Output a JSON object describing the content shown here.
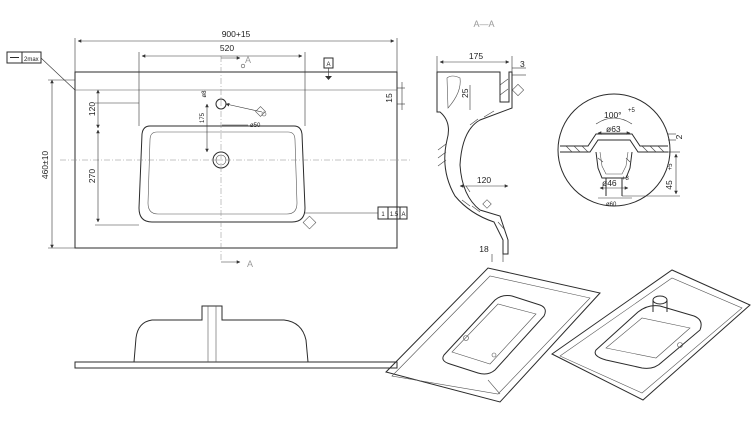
{
  "plan_view": {
    "dims": {
      "total_width": "900+15",
      "bowl_width": "520",
      "depth": "460±10",
      "bowl_offset": "120",
      "bowl_depth": "270",
      "tap_hole_offset": "175",
      "tap_hole_dia": "ø8",
      "drain_callout": "ø50",
      "edge_thickness": "15"
    },
    "section_marker": "A",
    "flatness_tol": "2max",
    "tolerance_box": [
      "1",
      "1.5",
      "A"
    ],
    "datum": "A",
    "datum_box": "A"
  },
  "section_view": {
    "title": "A—A",
    "dims": {
      "width": "175",
      "rim_thickness": "3",
      "radius": "25",
      "inner_width": "120",
      "bottom_thickness": "18"
    }
  },
  "detail_view": {
    "dims": {
      "angle": "100°",
      "angle_tol": "+5",
      "drain_bore": "ø63",
      "drain_top": "2",
      "outlet": "ø46",
      "outlet_tol": "+3",
      "outlet_depth": "45",
      "outlet_depth_tol": "+5",
      "outer_dia": "ø60"
    }
  }
}
